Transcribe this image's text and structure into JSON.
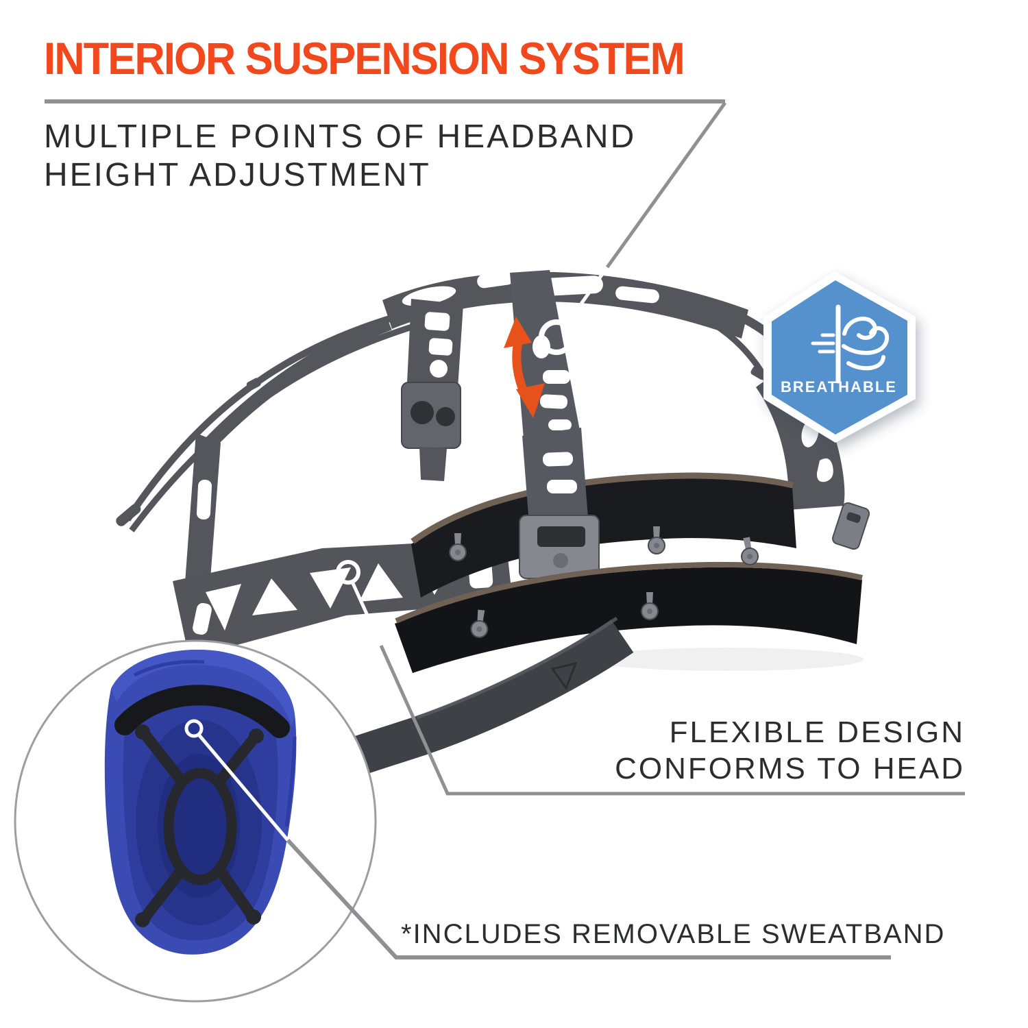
{
  "title": {
    "text": "INTERIOR SUSPENSION SYSTEM",
    "color": "#f2481d"
  },
  "subtitle": {
    "line1": "MULTIPLE POINTS OF HEADBAND",
    "line2": "HEIGHT ADJUSTMENT"
  },
  "badge": {
    "label": "BREATHABLE",
    "shape": "hexagon",
    "icon": "wind-icon",
    "fill": "#5592cd",
    "text_color": "#ffffff"
  },
  "callouts": {
    "flexible": {
      "line1": "FLEXIBLE DESIGN",
      "line2": "CONFORMS TO HEAD"
    },
    "note": {
      "text": "*INCLUDES REMOVABLE SWEATBAND"
    },
    "markers": [
      "headband-height-adjustment-marker",
      "flexible-band-marker",
      "removable-sweatband-marker"
    ]
  },
  "product": {
    "main_view": "interior suspension harness side view",
    "inset_view": "hard hat underside with suspension installed",
    "adjustment_arrow": "up-down-arrow-icon"
  },
  "colors": {
    "accent_orange": "#f2481d",
    "arrow_orange": "#e6511c",
    "line_gray": "#8e9093",
    "text_dark": "#2b2d2f",
    "badge_blue": "#5592cd",
    "helmet_blue": "#3a4cb3",
    "harness_gray": "#54565c",
    "sweatband_black": "#17181a",
    "background": "#ffffff"
  }
}
